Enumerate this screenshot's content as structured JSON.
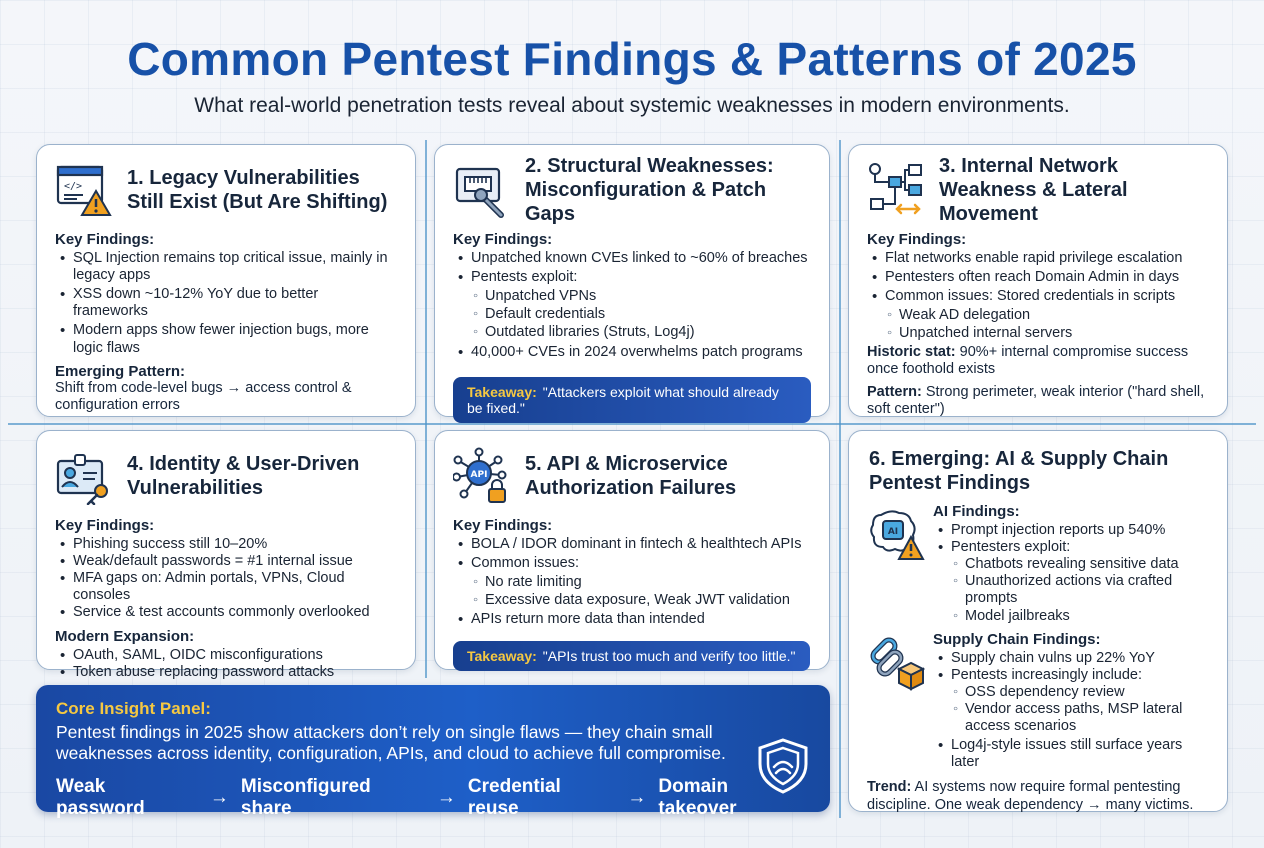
{
  "header": {
    "title": "Common Pentest Findings & Patterns of 2025",
    "subtitle": "What real-world penetration tests reveal about systemic weaknesses in modern environments."
  },
  "cards": [
    {
      "icon": "code-window-warning-icon",
      "title": "1. Legacy Vulnerabilities Still Exist (But Are Shifting)",
      "findings_label": "Key Findings:",
      "findings": [
        "SQL Injection remains top critical issue, mainly in legacy apps",
        "XSS down ~10-12% YoY due to better frameworks",
        "Modern apps show fewer injection bugs, more logic flaws"
      ],
      "pattern_label": "Emerging Pattern:",
      "pattern_text": "Shift from code-level bugs → access control & configuration errors"
    },
    {
      "icon": "network-port-wrench-icon",
      "title": "2. Structural Weaknesses: Misconfiguration & Patch Gaps",
      "findings_label": "Key Findings:",
      "findings": [
        "Unpatched known CVEs linked to ~60% of breaches",
        "Pentests exploit:"
      ],
      "subfindings": [
        "Unpatched VPNs",
        "Default credentials",
        "Outdated libraries (Struts, Log4j)"
      ],
      "findings_after": [
        "40,000+ CVEs in 2024 overwhelms patch programs"
      ],
      "takeaway_label": "Takeaway:",
      "takeaway_text": "\"Attackers exploit what should already be fixed.\""
    },
    {
      "icon": "network-nodes-icon",
      "title": "3. Internal Network Weakness & Lateral Movement",
      "findings_label": "Key Findings:",
      "findings": [
        "Flat networks enable rapid privilege escalation",
        "Pentesters often reach Domain Admin in days",
        "Common issues: Stored credentials in scripts"
      ],
      "subfindings": [
        "Weak AD delegation",
        "Unpatched internal servers"
      ],
      "stat_label": "Historic stat:",
      "stat_text": "90%+ internal compromise success once foothold exists",
      "pattern_label": "Pattern:",
      "pattern_text": "Strong perimeter, weak interior (\"hard shell, soft center\")"
    },
    {
      "icon": "id-card-key-icon",
      "title": "4. Identity & User-Driven Vulnerabilities",
      "findings_label": "Key Findings:",
      "findings": [
        "Phishing success still 10–20%",
        "Weak/default passwords = #1 internal issue",
        "MFA gaps on: Admin portals, VPNs, Cloud consoles",
        "Service & test accounts commonly overlooked"
      ],
      "expansion_label": "Modern Expansion:",
      "expansion": [
        "OAuth, SAML, OIDC misconfigurations",
        "Token abuse replacing password attacks"
      ]
    },
    {
      "icon": "api-lock-icon",
      "title": "5. API & Microservice Authorization Failures",
      "findings_label": "Key Findings:",
      "findings": [
        "BOLA / IDOR dominant in fintech & healthtech APIs",
        "Common issues:"
      ],
      "subfindings": [
        "No rate limiting",
        "Excessive data exposure, Weak JWT validation"
      ],
      "findings_after": [
        "APIs return more data than intended"
      ],
      "takeaway_label": "Takeaway:",
      "takeaway_text": "\"APIs trust too much and verify too little.\""
    },
    {
      "title": "6. Emerging: AI & Supply Chain Pentest Findings",
      "ai_icon": "ai-brain-warning-icon",
      "ai_label": "AI Findings:",
      "ai_findings": [
        "Prompt injection reports up 540%",
        "Pentesters exploit:"
      ],
      "ai_sub": [
        "Chatbots revealing sensitive data",
        "Unauthorized actions via crafted prompts",
        "Model jailbreaks"
      ],
      "sc_icon": "chain-link-box-icon",
      "sc_label": "Supply Chain Findings:",
      "sc_findings": [
        "Supply chain vulns up 22% YoY",
        "Pentests increasingly include:"
      ],
      "sc_sub": [
        "OSS dependency review",
        "Vendor access paths, MSP lateral access scenarios"
      ],
      "sc_after": [
        "Log4j-style issues still surface years later"
      ],
      "trend_label": "Trend:",
      "trend_text": "AI systems now require formal pentesting discipline. One weak dependency → many victims."
    }
  ],
  "core": {
    "title": "Core Insight Panel:",
    "text": "Pentest findings in 2025 show attackers don’t rely on single flaws — they chain small weaknesses across identity, configuration, APIs, and cloud to achieve full compromise.",
    "chain": [
      "Weak password",
      "Misconfigured share",
      "Credential reuse",
      "Domain takeover"
    ],
    "arrow": "→",
    "icon": "shield-icon"
  },
  "colors": {
    "title_blue": "#1751a8",
    "accent_gold": "#f5c842",
    "panel_blue": "#1e5fc8",
    "warning_orange": "#f0a020"
  }
}
